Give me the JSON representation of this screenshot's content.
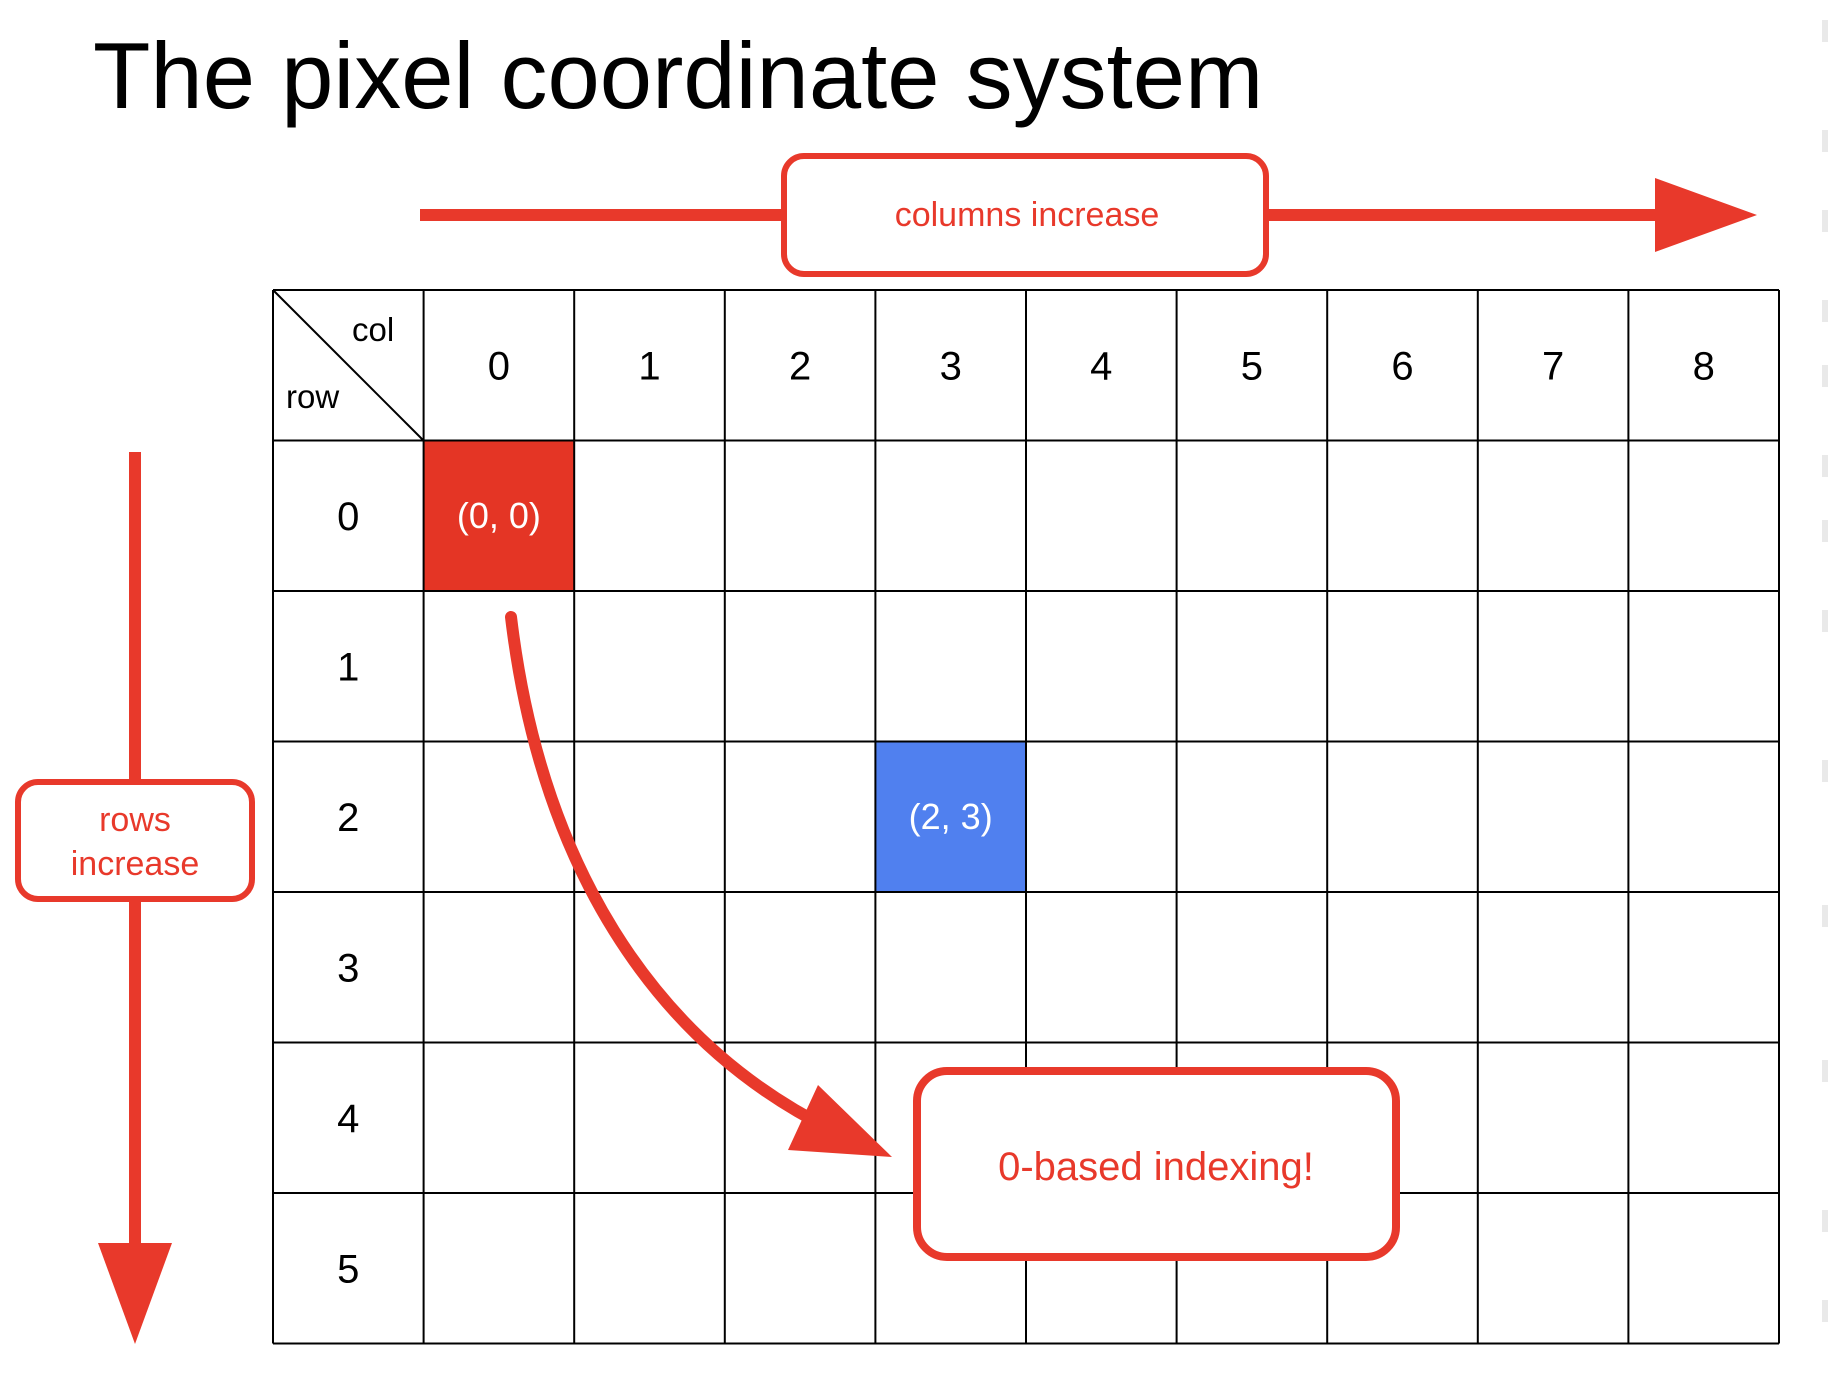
{
  "title": "The pixel coordinate system",
  "corner": {
    "col_label": "col",
    "row_label": "row"
  },
  "columns": [
    "0",
    "1",
    "2",
    "3",
    "4",
    "5",
    "6",
    "7",
    "8"
  ],
  "rows": [
    "0",
    "1",
    "2",
    "3",
    "4",
    "5"
  ],
  "highlighted_cells": [
    {
      "row": 0,
      "col": 0,
      "label": "(0, 0)",
      "color": "#e43525"
    },
    {
      "row": 2,
      "col": 3,
      "label": "(2, 3)",
      "color": "#5080ef"
    }
  ],
  "callouts": {
    "columns": "columns increase",
    "rows_line1": "rows",
    "rows_line2": "increase",
    "indexing": "0-based indexing!"
  },
  "colors": {
    "accent": "#e8392b",
    "grid": "#000000",
    "text": "#000000",
    "cell_text": "#ffffff"
  }
}
